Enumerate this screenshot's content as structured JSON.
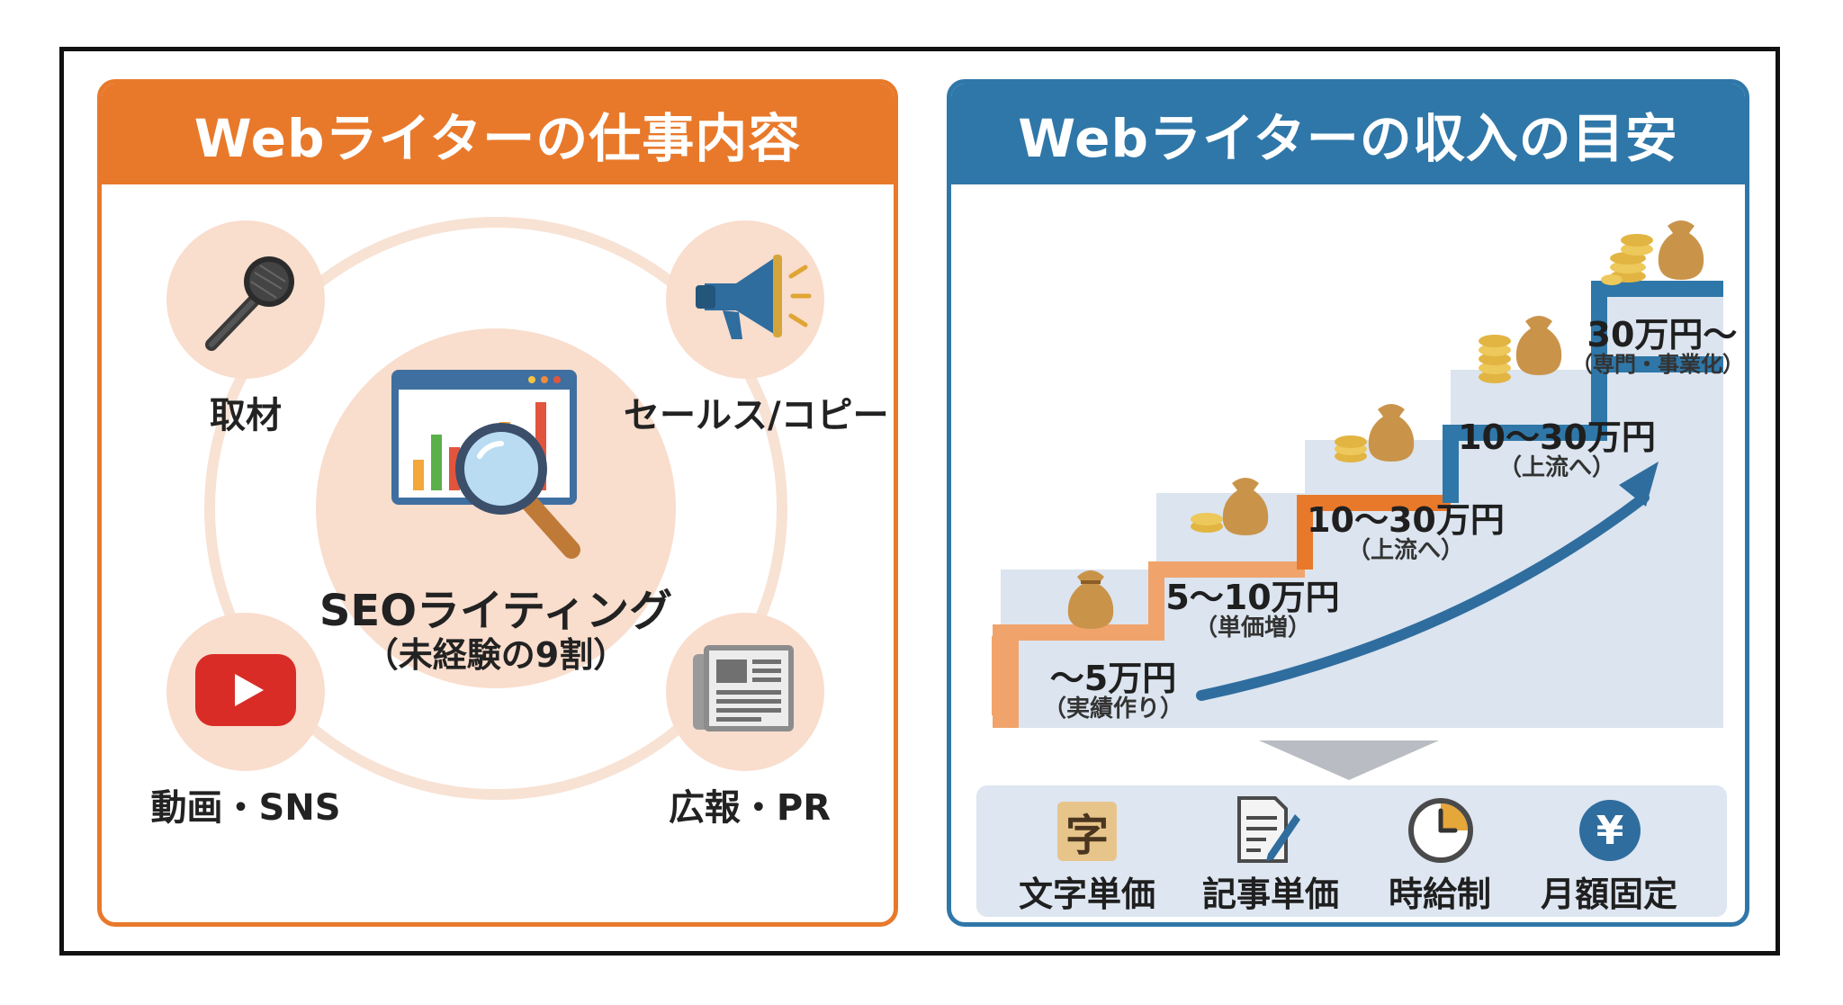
{
  "left_panel": {
    "title": "Webライターの仕事内容",
    "center": {
      "title": "SEOライティング",
      "subtitle": "（未経験の9割）"
    },
    "items": [
      {
        "label": "取材",
        "icon": "microphone-icon"
      },
      {
        "label": "セールス/コピー",
        "icon": "megaphone-icon"
      },
      {
        "label": "動画・SNS",
        "icon": "video-play-icon"
      },
      {
        "label": "広報・PR",
        "icon": "newspaper-icon"
      }
    ]
  },
  "right_panel": {
    "title": "Webライターの収入の目安",
    "steps": [
      {
        "amount": "〜5万円",
        "note": "（実績作り）"
      },
      {
        "amount": "5〜10万円",
        "note": "（単価増）"
      },
      {
        "amount": "10〜30万円",
        "note": "（上流へ）"
      },
      {
        "amount": "10〜30万円",
        "note": "（上流へ）"
      },
      {
        "amount": "30万円〜",
        "note": "（専門・事業化）"
      }
    ],
    "pay_types": [
      {
        "label": "文字単価",
        "icon": "character-icon",
        "glyph": "字"
      },
      {
        "label": "記事単価",
        "icon": "article-edit-icon"
      },
      {
        "label": "時給制",
        "icon": "clock-icon"
      },
      {
        "label": "月額固定",
        "icon": "yen-icon",
        "glyph": "¥"
      }
    ]
  },
  "colors": {
    "orange": "#e8792b",
    "blue": "#2f77a8",
    "peach": "#f9ddcd",
    "step_bg": "#dde6f1",
    "gold": "#d9a43a"
  }
}
